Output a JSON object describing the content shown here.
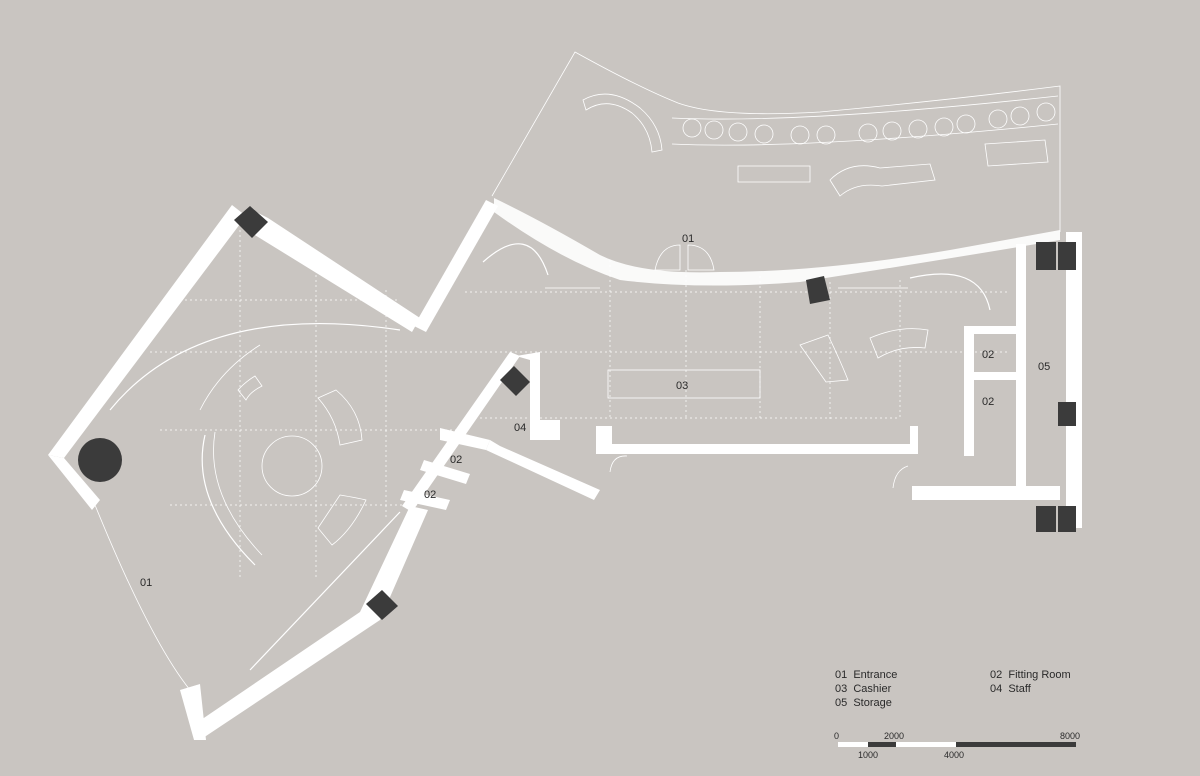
{
  "rooms": [
    {
      "code": "01",
      "name": "Entrance"
    },
    {
      "code": "02",
      "name": "Fitting Room"
    },
    {
      "code": "03",
      "name": "Cashier"
    },
    {
      "code": "04",
      "name": "Staff"
    },
    {
      "code": "05",
      "name": "Storage"
    }
  ],
  "plan_labels": {
    "entrance_top": "01",
    "entrance_left": "01",
    "cashier": "03",
    "staff": "04",
    "storage": "05",
    "fitting_a": "02",
    "fitting_b": "02",
    "fitting_c": "02",
    "fitting_d": "02"
  },
  "legend": {
    "row1_left": "01  Entrance",
    "row1_right": "02  Fitting Room",
    "row2_left": "03  Cashier",
    "row2_right": "04  Staff",
    "row3_left": "05  Storage"
  },
  "scale_bar": {
    "top_ticks": [
      "0",
      "2000",
      "8000"
    ],
    "bottom_ticks": [
      "1000",
      "4000"
    ]
  },
  "colors": {
    "background": "#c9c5c1",
    "walls": "#ffffff",
    "columns": "#3b3b3b",
    "text": "#2a2a2a"
  }
}
